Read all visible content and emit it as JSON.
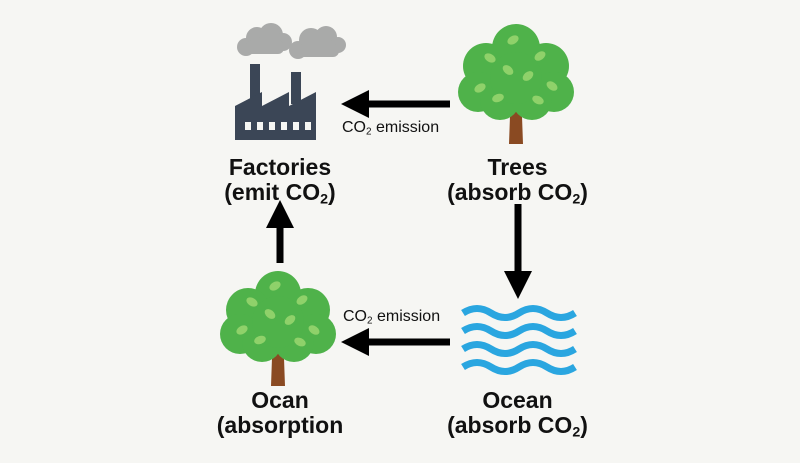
{
  "nodes": {
    "factories": {
      "line1": "Factories",
      "line2_prefix": "(emit CO",
      "line2_sub": "2",
      "line2_suffix": ")",
      "icon": "factory-icon"
    },
    "trees": {
      "line1": "Trees",
      "line2_prefix": "(absorb CO",
      "line2_sub": "2",
      "line2_suffix": ")",
      "icon": "tree-icon"
    },
    "ocean": {
      "line1": "Ocean",
      "line2_prefix": "(absorb CO",
      "line2_sub": "2",
      "line2_suffix": ")",
      "icon": "waves-icon"
    },
    "ocan": {
      "line1": "Ocan",
      "line2": "(absorption",
      "icon": "tree-icon"
    }
  },
  "edges": {
    "trees_to_factories": {
      "prefix": "CO",
      "sub": "2",
      "suffix": " emission"
    },
    "ocean_to_ocan": {
      "prefix": "CO",
      "sub": "2",
      "suffix": " emission"
    }
  },
  "colors": {
    "background": "#f6f6f3",
    "leaf": "#4fb24a",
    "leaf_dark": "#3d9a3a",
    "leaf_light": "#8fd16a",
    "trunk": "#8a4a22",
    "factory": "#3b4656",
    "smoke": "#a9aaa9",
    "water": "#2aa6e0",
    "arrow": "#000000"
  }
}
